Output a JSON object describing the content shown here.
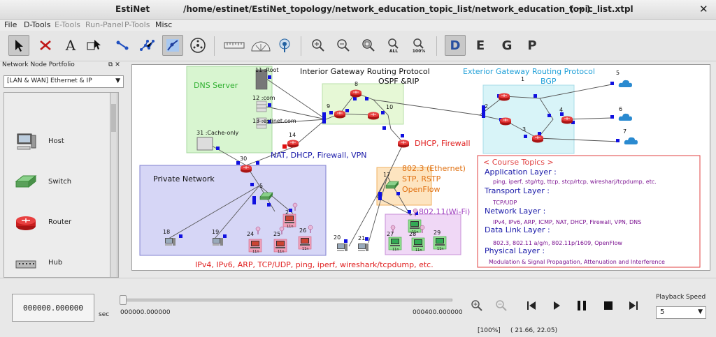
{
  "window": {
    "app_title": "EstiNet",
    "file_path": "/home/estinet/EstiNet_topology/network_education_topic_list/network_education_topic_list.xtpl",
    "subtitle": "( ~ )"
  },
  "menu": {
    "items": [
      {
        "label": "File",
        "enabled": true
      },
      {
        "label": "D-Tools",
        "enabled": true
      },
      {
        "label": "E-Tools",
        "enabled": false
      },
      {
        "label": "Run-Panel",
        "enabled": false
      },
      {
        "label": "P-Tools",
        "enabled": false
      },
      {
        "label": "Misc",
        "enabled": true
      }
    ]
  },
  "toolbar": {
    "text_tool": "A",
    "mode_letters": [
      "D",
      "E",
      "G",
      "P"
    ],
    "zoom_all_label": "ALL",
    "zoom_100_label": "100%"
  },
  "portfolio": {
    "title": "Network Node Portfolio",
    "category": "[LAN & WAN] Ethernet & IP",
    "items": [
      "Host",
      "Switch",
      "Router",
      "Hub"
    ]
  },
  "canvas": {
    "regions": {
      "dns": "DNS Server",
      "igp_title": "Interior Gateway Routing Protocol",
      "igp_sub": "OSPF &RIP",
      "egp_title": "Exterior Gateway Routing Protocol",
      "egp_sub": "BGP",
      "private": "Private Network",
      "nat": "NAT, DHCP, Firewall, VPN",
      "dhcp": "DHCP, Firewall",
      "ethernet_1": "802.3 (Ethernet)",
      "ethernet_2": "STP, RSTP",
      "ethernet_3": "OpenFlow",
      "wifi": "802.11(Wi-Fi)",
      "bottom_protocols": "IPv4, IPv6, ARP, TCP/UDP, ping, iperf, wireshark/tcpdump, etc."
    },
    "nodes": {
      "root": "11 :Root",
      "com": "12 :com",
      "estinet": "13 :estinet.com",
      "cache": "31 :Cache-only",
      "n1": "1",
      "n2": "2",
      "n4": "4",
      "n3": "3",
      "n5": "5",
      "n6": "6",
      "n7": "7",
      "n8": "8",
      "n9": "9",
      "n10": "10",
      "n14": "14",
      "n30": "30",
      "n15": "5",
      "n17": "17",
      "n22": "2",
      "n18": "18",
      "n19": "19",
      "n24": "24",
      "n25": "25",
      "n26": "26",
      "n20": "20",
      "n21": "21",
      "n27": "27",
      "n28": "28",
      "n29": "29",
      "wifi_tag": "11n"
    },
    "topics": {
      "title": "< Course Topics >",
      "app_layer": "Application Layer :",
      "app_items": "ping, iperf, stg/rtg, ttcp, stcp/rtcp, wiresharj/tcpdump, etc.",
      "trans_layer": "Transport Layer :",
      "trans_items": "TCP/UDP",
      "net_layer": "Network Layer :",
      "net_items": "IPv4, IPv6, ARP, ICMP, NAT, DHCP, Firewall, VPN, DNS",
      "dl_layer": "Data Link Layer :",
      "dl_items": "802.3, 802.11 a/g/n, 802.11p/1609, OpenFlow",
      "phy_layer": "Physical Layer :",
      "phy_items": "Modulation & Signal Propagation, Attenuation and Interference"
    }
  },
  "playback": {
    "current_time": "000000.000000",
    "sec_label": "sec",
    "start_time": "000000.000000",
    "end_time": "000400.000000",
    "zoom": "[100%]",
    "coords": "( 21.66, 22.05)",
    "speed_label": "Playback Speed",
    "speed_value": "5",
    "progress": 0
  },
  "colors": {
    "link_blue": "#1010e0",
    "router_red": "#d62020",
    "dns_fill": "#d8f5d0",
    "igp_fill": "#e6f8d6",
    "egp_fill": "#d8f4f8",
    "private_fill": "#d6d6f6",
    "eth_fill": "#fde4c0",
    "wifi_fill": "#f0d8f6",
    "topics_border": "#e04040",
    "purple_text": "#7a1090",
    "blue_text": "#1818a8",
    "cyan_text": "#20a0d8",
    "red_text": "#e02020",
    "green_text": "#30b030"
  }
}
